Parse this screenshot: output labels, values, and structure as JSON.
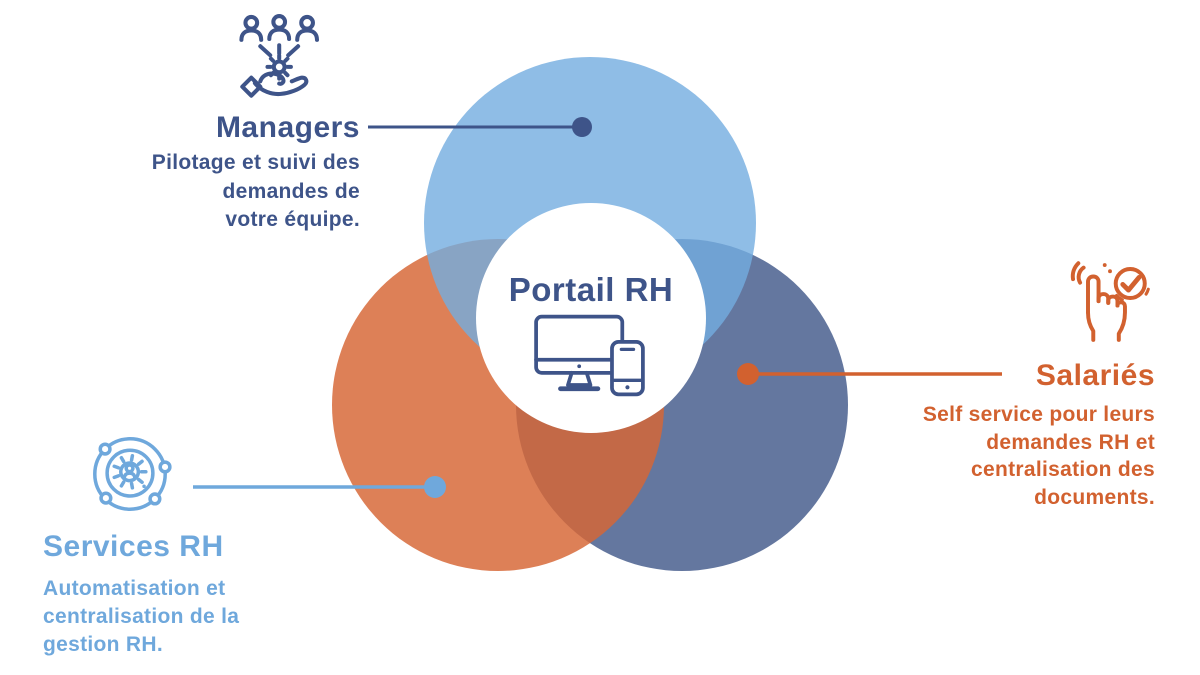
{
  "title": "Portail RH",
  "theme": {
    "bg": "#FFFFFF",
    "navy": "#3E5489",
    "orange": "#D2612F",
    "light_blue": "#6FA8DC",
    "circle_top": "#73ACE0",
    "circle_left": "#D66635",
    "circle_right": "#64779F",
    "circle_top_rendered": "#8FBCE5",
    "circle_left_rendered": "#DD8058",
    "circle_right_rendered": "#64779F"
  },
  "center": {
    "title": "Portail RH",
    "icon": "devices-desktop-mobile-icon"
  },
  "groups": [
    {
      "id": "managers",
      "label": "Managers",
      "description_lines": [
        "Pilotage et suivi des",
        "demandes de",
        "votre équipe."
      ],
      "icon": "team-management-hand-gear-icon",
      "color": "#3E5489",
      "circle_position": "top"
    },
    {
      "id": "salaries",
      "label": "Salariés",
      "description_lines": [
        "Self service pour leurs",
        "demandes RH et",
        "centralisation des",
        "documents."
      ],
      "icon": "tap-check-icon",
      "color": "#D2612F",
      "circle_position": "bottom-right"
    },
    {
      "id": "services_rh",
      "label": "Services RH",
      "description_lines": [
        "Automatisation et",
        "centralisation de la",
        "gestion RH."
      ],
      "icon": "automation-gear-user-orbit-icon",
      "color": "#6FA8DC",
      "circle_position": "bottom-left"
    }
  ]
}
